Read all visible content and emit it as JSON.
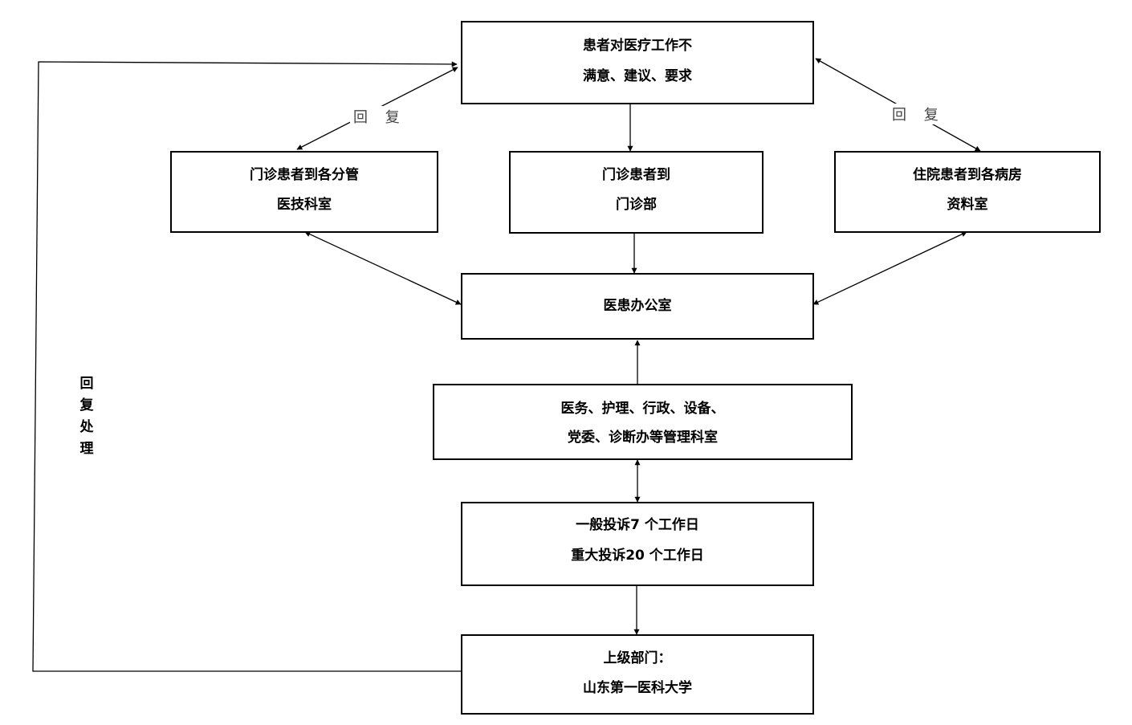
{
  "nodes": {
    "complaint": {
      "line1": "患者对医疗工作不",
      "line2": "满意、建议、要求"
    },
    "outpatient_tech": {
      "line1": "门诊患者到各分管",
      "line2": "医技科室"
    },
    "outpatient_dept": {
      "line1": "门诊患者到",
      "line2": "门诊部"
    },
    "inpatient": {
      "line1": "住院患者到各病房",
      "line2": "资料室"
    },
    "office": {
      "line1": "医患办公室"
    },
    "admin_depts": {
      "line1": "医务、护理、行政、设备、",
      "line2": "党委、诊断办等管理科室"
    },
    "timeline": {
      "line1": "一般投诉7 个工作日",
      "line2": "重大投诉20 个工作日"
    },
    "superior": {
      "line1": "上级部门：",
      "line2": "山东第一医科大学"
    }
  },
  "labels": {
    "reply_left": "回 复",
    "reply_right": "回 复",
    "reply_process": [
      "回",
      "复",
      "处",
      "理"
    ]
  }
}
